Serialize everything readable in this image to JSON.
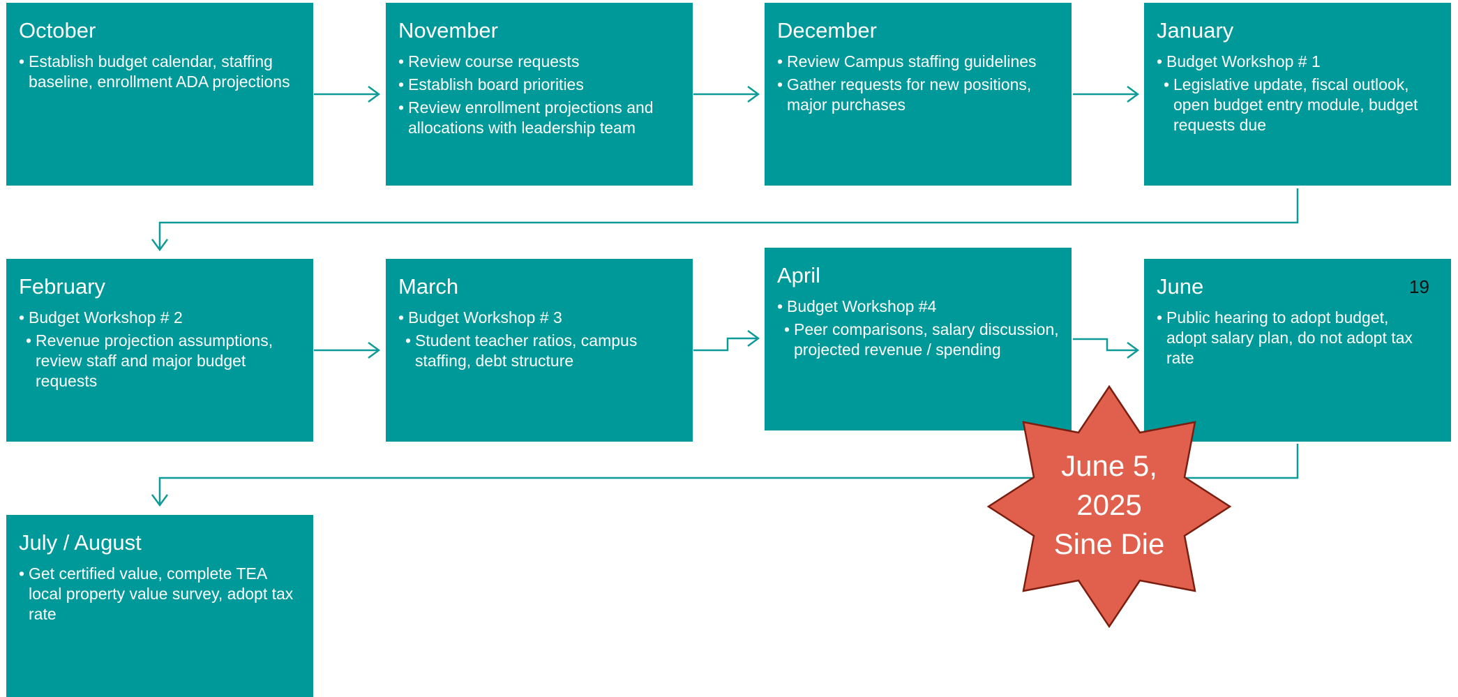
{
  "colors": {
    "teal": "#009999",
    "badge": "#E0604D",
    "badge_border": "#7A1E10",
    "arrow": "#0E9A97"
  },
  "steps": [
    {
      "month": "October",
      "items": [
        {
          "text": "Establish budget calendar, staffing baseline, enrollment ADA projections"
        }
      ]
    },
    {
      "month": "November",
      "items": [
        {
          "text": "Review course requests"
        },
        {
          "text": "Establish board priorities"
        },
        {
          "text": "Review enrollment projections and allocations with leadership team"
        }
      ]
    },
    {
      "month": "December",
      "items": [
        {
          "text": "Review Campus staffing guidelines"
        },
        {
          "text": "Gather requests for new positions, major purchases"
        }
      ]
    },
    {
      "month": "January",
      "items": [
        {
          "text": "Budget Workshop # 1"
        },
        {
          "text": "Legislative update, fiscal outlook, open budget entry module, budget requests due"
        }
      ]
    },
    {
      "month": "February",
      "items": [
        {
          "text": "Budget Workshop # 2"
        },
        {
          "text": "Revenue projection assumptions, review staff and major budget requests"
        }
      ]
    },
    {
      "month": "March",
      "items": [
        {
          "text": "Budget Workshop # 3"
        },
        {
          "text": "Student teacher ratios, campus staffing, debt structure"
        }
      ]
    },
    {
      "month": "April",
      "items": [
        {
          "text": "Budget Workshop #4"
        },
        {
          "text": "Peer comparisons, salary discussion, projected revenue / spending"
        }
      ]
    },
    {
      "month": "June",
      "items": [
        {
          "text": "Public hearing to adopt budget, adopt salary plan, do not adopt tax rate"
        }
      ]
    },
    {
      "month": "July / August",
      "items": [
        {
          "text": "Get certified value, complete TEA local property value survey, adopt tax rate"
        }
      ]
    }
  ],
  "page_number": "19",
  "badge": {
    "line1": "June 5,",
    "line2": "2025",
    "line3": "Sine Die"
  }
}
